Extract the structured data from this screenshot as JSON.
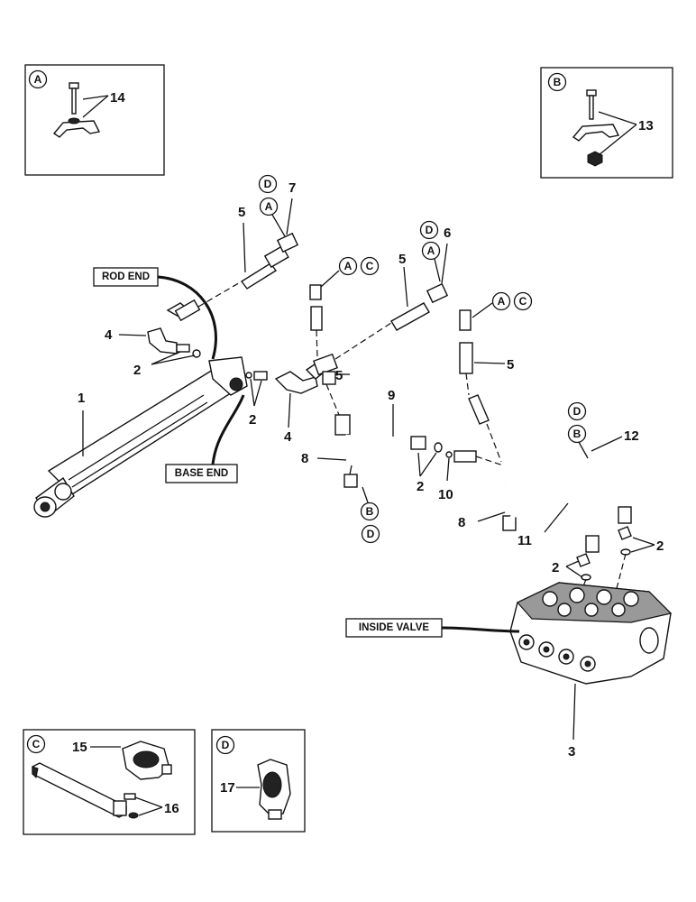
{
  "callouts": {
    "rod_end": "ROD END",
    "base_end": "BASE END",
    "inside_valve": "INSIDE VALVE"
  },
  "circle_letters": {
    "a": "A",
    "b": "B",
    "c": "C",
    "d": "D"
  },
  "part_numbers": {
    "p1": "1",
    "p2": "2",
    "p3": "3",
    "p4": "4",
    "p5": "5",
    "p6": "6",
    "p7": "7",
    "p8": "8",
    "p9": "9",
    "p10": "10",
    "p11": "11",
    "p12": "12",
    "p13": "13",
    "p14": "14",
    "p15": "15",
    "p16": "16",
    "p17": "17"
  },
  "icons": [
    "hydraulic-cylinder-icon",
    "control-valve-icon",
    "tube-icon",
    "hose-icon",
    "elbow-fitting-icon",
    "o-ring-icon",
    "clamp-icon",
    "bolt-icon",
    "bracket-icon"
  ]
}
